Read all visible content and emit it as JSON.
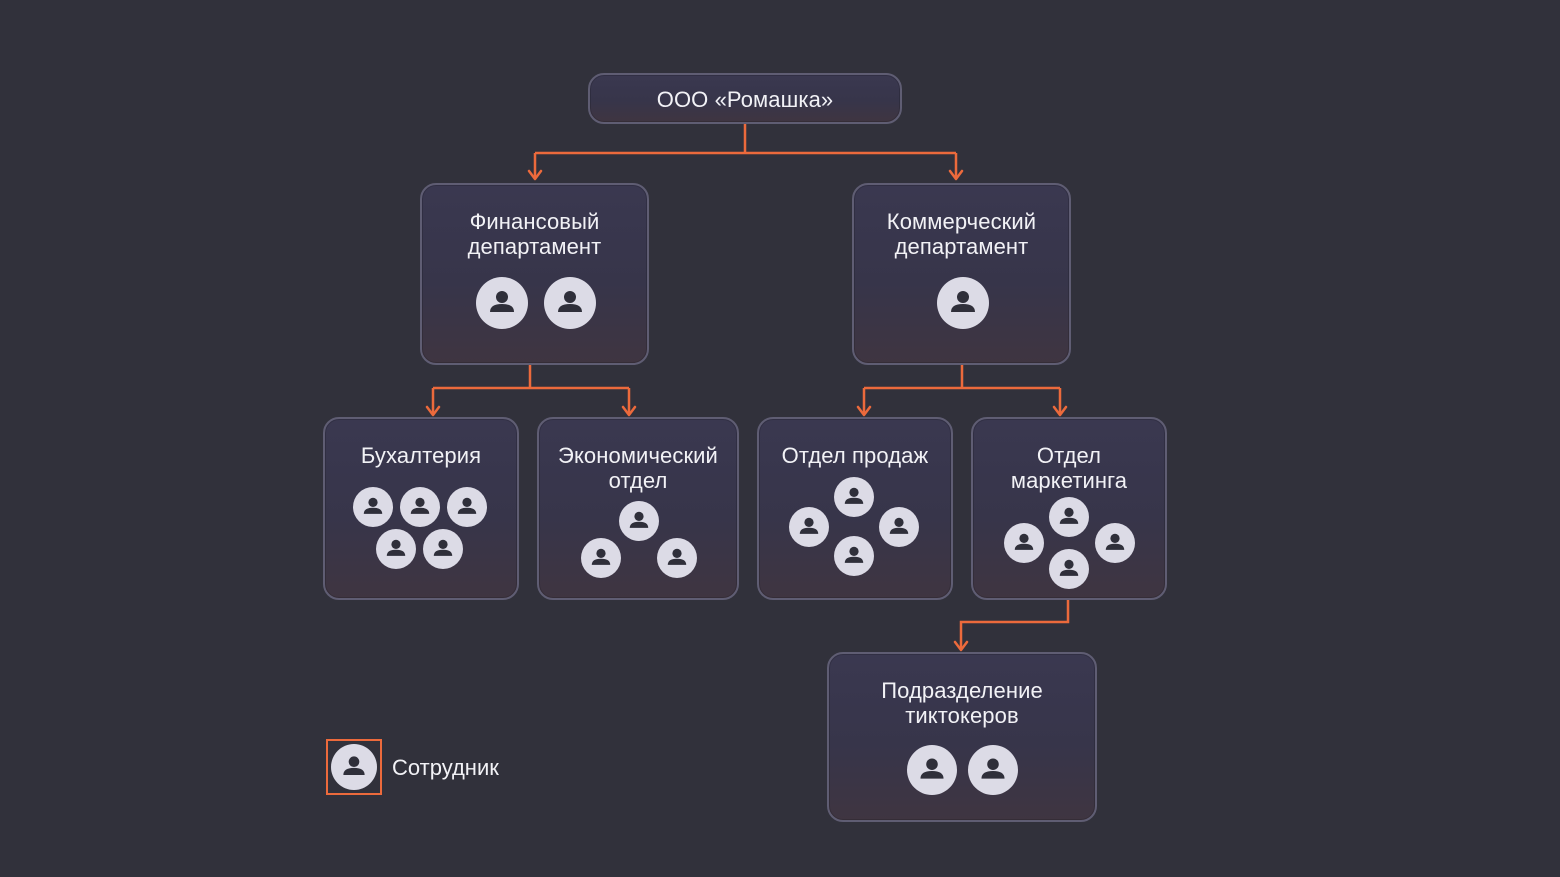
{
  "colors": {
    "background": "#31313b",
    "node_border": "#5f5d73",
    "connector": "#ec6a3c",
    "person_fill": "#dcdbe6",
    "person_figure": "#2f2f3a"
  },
  "icons": {
    "employee": "person-icon"
  },
  "org": {
    "root": {
      "title": "ООО «Ромашка»",
      "employees": 0
    },
    "finance": {
      "title": "Финансовый\nдепартамент",
      "employees": 2
    },
    "commercial": {
      "title": "Коммерческий\nдепартамент",
      "employees": 1
    },
    "accounting": {
      "title": "Бухалтерия",
      "employees": 5
    },
    "economics": {
      "title": "Экономический\nотдел",
      "employees": 3
    },
    "sales": {
      "title": "Отдел продаж",
      "employees": 4
    },
    "marketing": {
      "title": "Отдел\nмаркетинга",
      "employees": 4
    },
    "tiktok": {
      "title": "Подразделение\nтиктокеров",
      "employees": 2
    }
  },
  "edges": [
    [
      "root",
      "finance"
    ],
    [
      "root",
      "commercial"
    ],
    [
      "finance",
      "accounting"
    ],
    [
      "finance",
      "economics"
    ],
    [
      "commercial",
      "sales"
    ],
    [
      "commercial",
      "marketing"
    ],
    [
      "marketing",
      "tiktok"
    ]
  ],
  "legend": {
    "label": "Сотрудник",
    "icon": "person-icon"
  }
}
